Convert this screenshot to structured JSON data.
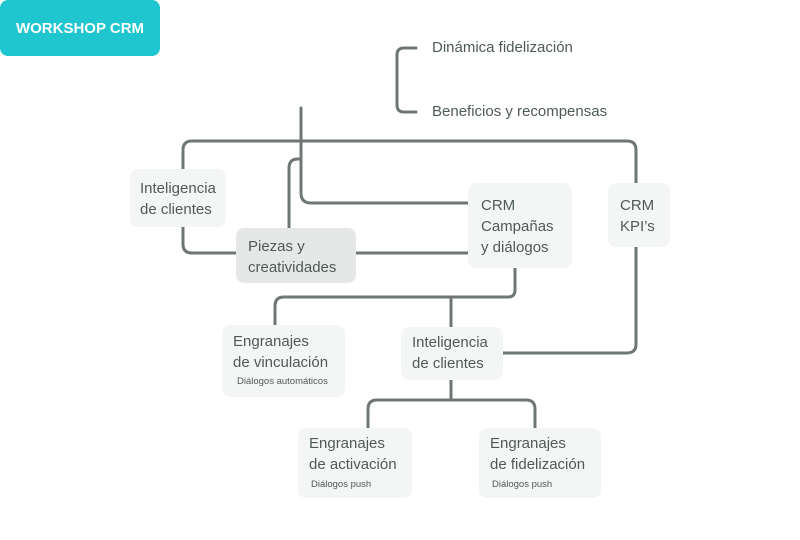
{
  "root": {
    "label": "WORKSHOP CRM"
  },
  "branches": {
    "top": "Dinámica fidelización",
    "bottom": "Beneficios y recompensas"
  },
  "nodes": {
    "inteligencia_clientes_left": {
      "line1": "Inteligencia",
      "line2": "de clientes"
    },
    "piezas_creatividades": {
      "line1": "Piezas y",
      "line2": "creatividades"
    },
    "crm_campanas": {
      "line1": "CRM",
      "line2": "Campañas",
      "line3": "y diálogos"
    },
    "crm_kpis": {
      "line1": "CRM",
      "line2": "KPI’s"
    },
    "engranajes_vinculacion": {
      "line1": "Engranajes",
      "line2": "de vinculación",
      "sub": "Diálogos automáticos"
    },
    "inteligencia_clientes_center": {
      "line1": "Inteligencia",
      "line2": "de clientes"
    },
    "engranajes_activacion": {
      "line1": "Engranajes",
      "line2": "de activación",
      "sub": "Diálogos push"
    },
    "engranajes_fidelizacion": {
      "line1": "Engranajes",
      "line2": "de fidelización",
      "sub": "Diálogos push"
    }
  },
  "colors": {
    "root_bg": "#1fc6cf",
    "node_bg": "#f4f6f5",
    "node_dark_bg": "#e5e8e7",
    "connector": "#6f7774",
    "text": "#4f5a57"
  }
}
